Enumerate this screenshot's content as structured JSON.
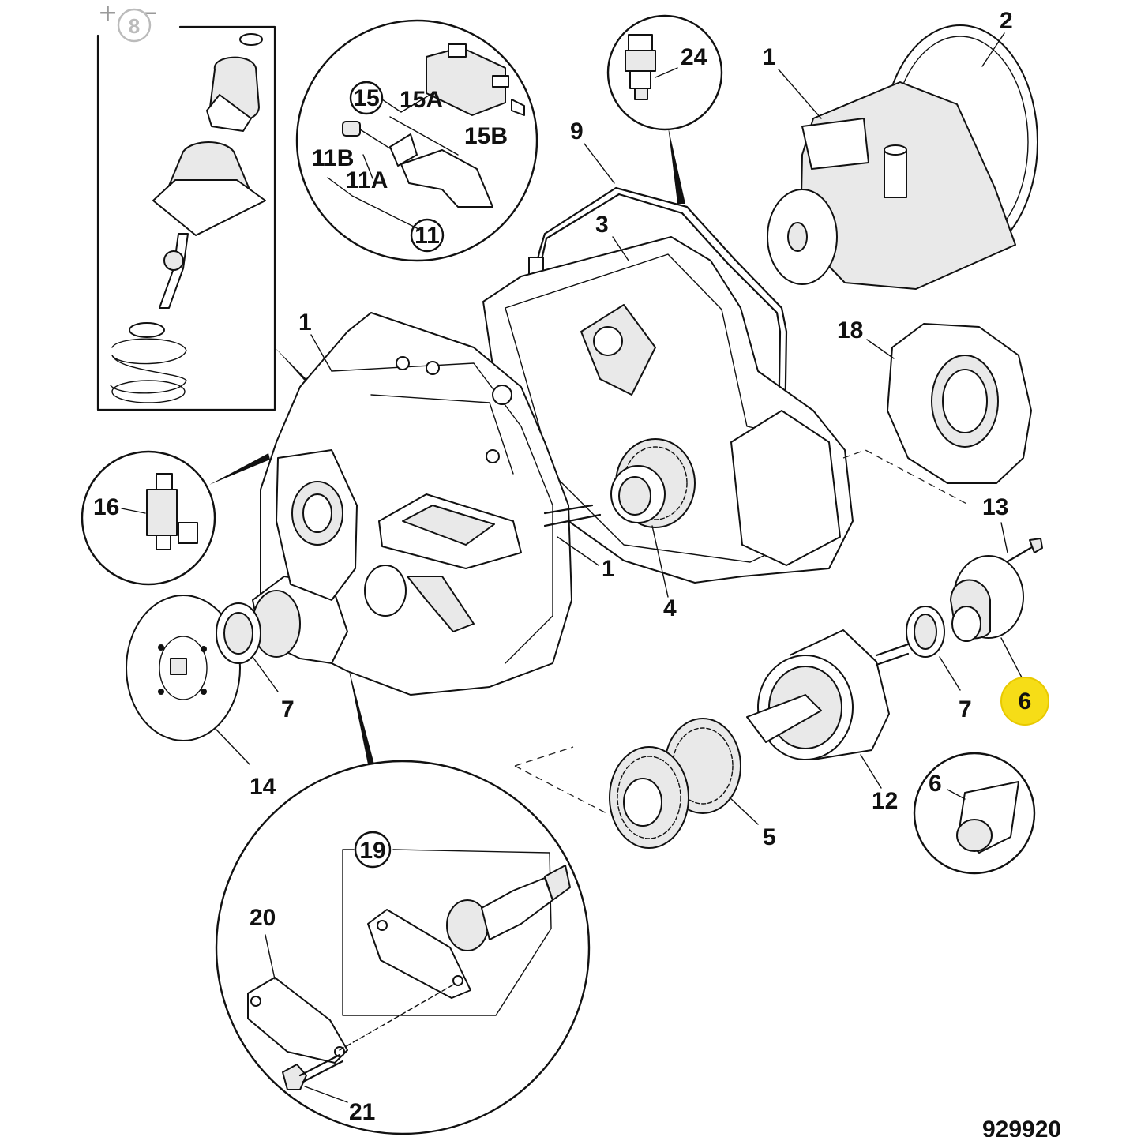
{
  "viewer": {
    "zoom_in_glyph": "+",
    "zoom_out_glyph": "−"
  },
  "diagram": {
    "reference_number": "929920",
    "highlight_color": "#f6dd17",
    "callouts": {
      "c8": "8",
      "c1_top": "1",
      "c2": "2",
      "c24": "24",
      "c9": "9",
      "c3": "3",
      "c15": "15",
      "c15A": "15A",
      "c15B": "15B",
      "c11B": "11B",
      "c11A": "11A",
      "c11": "11",
      "c1_left": "1",
      "c18": "18",
      "c16": "16",
      "c13": "13",
      "c1_mid": "1",
      "c4": "4",
      "c6_hl": "6",
      "c7_left": "7",
      "c7_right": "7",
      "c14": "14",
      "c12": "12",
      "c6_inset": "6",
      "c5": "5",
      "c19": "19",
      "c20": "20",
      "c21": "21"
    }
  }
}
